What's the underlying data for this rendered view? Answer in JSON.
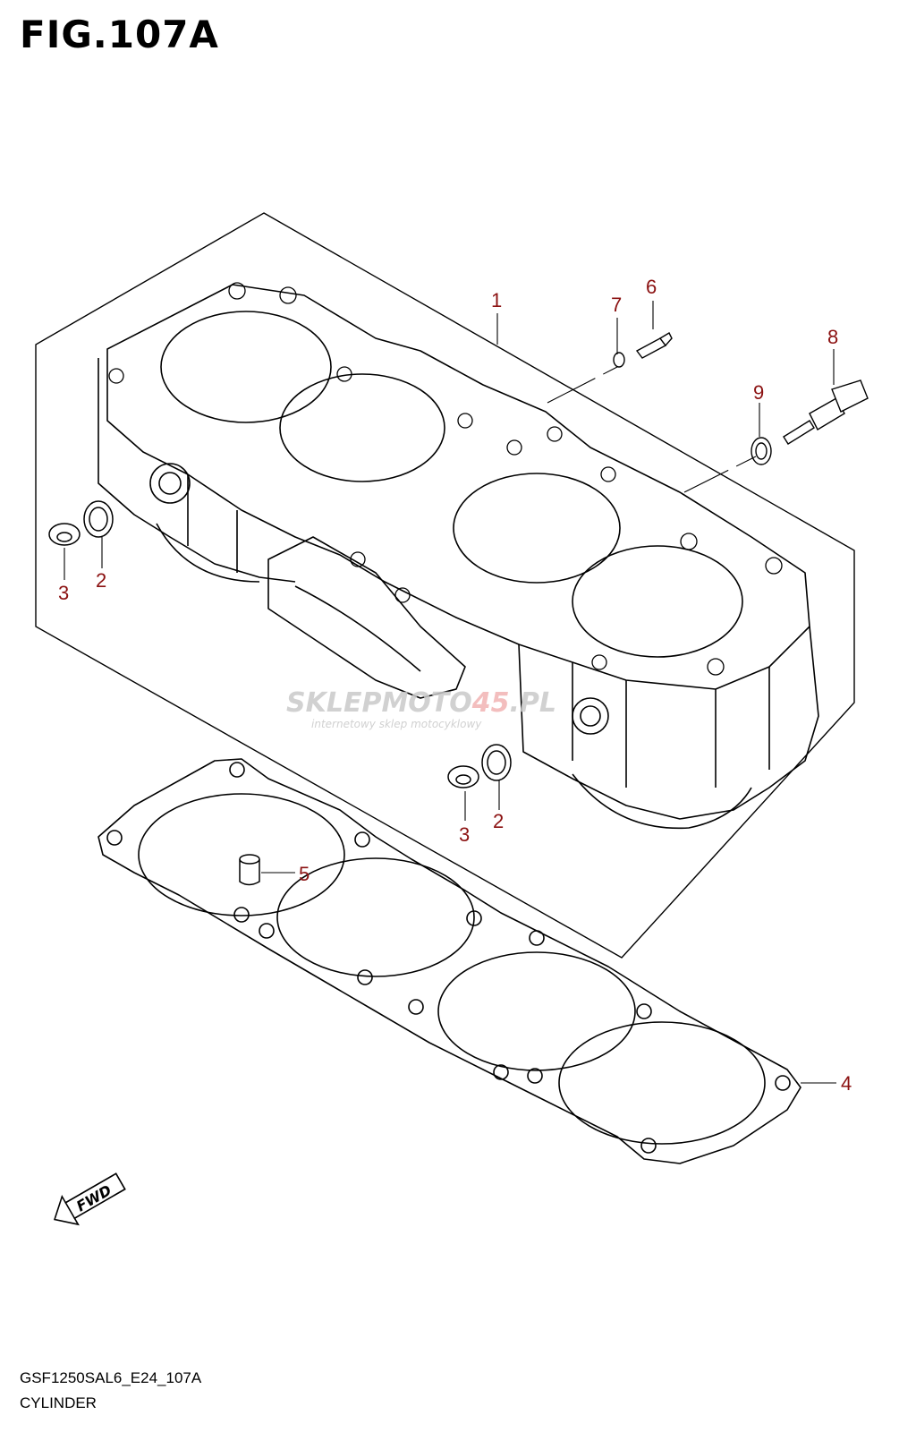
{
  "figure": {
    "title": "FIG.107A",
    "code": "GSF1250SAL6_E24_107A",
    "name": "CYLINDER"
  },
  "callouts": [
    {
      "id": "1",
      "label": "1",
      "part": "cylinder"
    },
    {
      "id": "2a",
      "label": "2",
      "part": "gasket"
    },
    {
      "id": "3a",
      "label": "3",
      "part": "plug"
    },
    {
      "id": "2b",
      "label": "2",
      "part": "gasket"
    },
    {
      "id": "3b",
      "label": "3",
      "part": "plug"
    },
    {
      "id": "4",
      "label": "4",
      "part": "cylinder-base-gasket"
    },
    {
      "id": "5",
      "label": "5",
      "part": "dowel-pin"
    },
    {
      "id": "6",
      "label": "6",
      "part": "union"
    },
    {
      "id": "7",
      "label": "7",
      "part": "o-ring"
    },
    {
      "id": "8",
      "label": "8",
      "part": "temperature-sensor"
    },
    {
      "id": "9",
      "label": "9",
      "part": "washer"
    }
  ],
  "fwd_marker": {
    "label": "FWD",
    "icon": "fwd-arrow-icon"
  },
  "watermark": {
    "brand_left": "SKLEPMOTO",
    "brand_mid": "45",
    "brand_right": ".PL",
    "tagline": "internetowy sklep motocyklowy"
  },
  "colors": {
    "line": "#000000",
    "callout": "#8b1111",
    "watermark_gray": "#c9c9c9",
    "watermark_red": "#f2b3b3"
  }
}
